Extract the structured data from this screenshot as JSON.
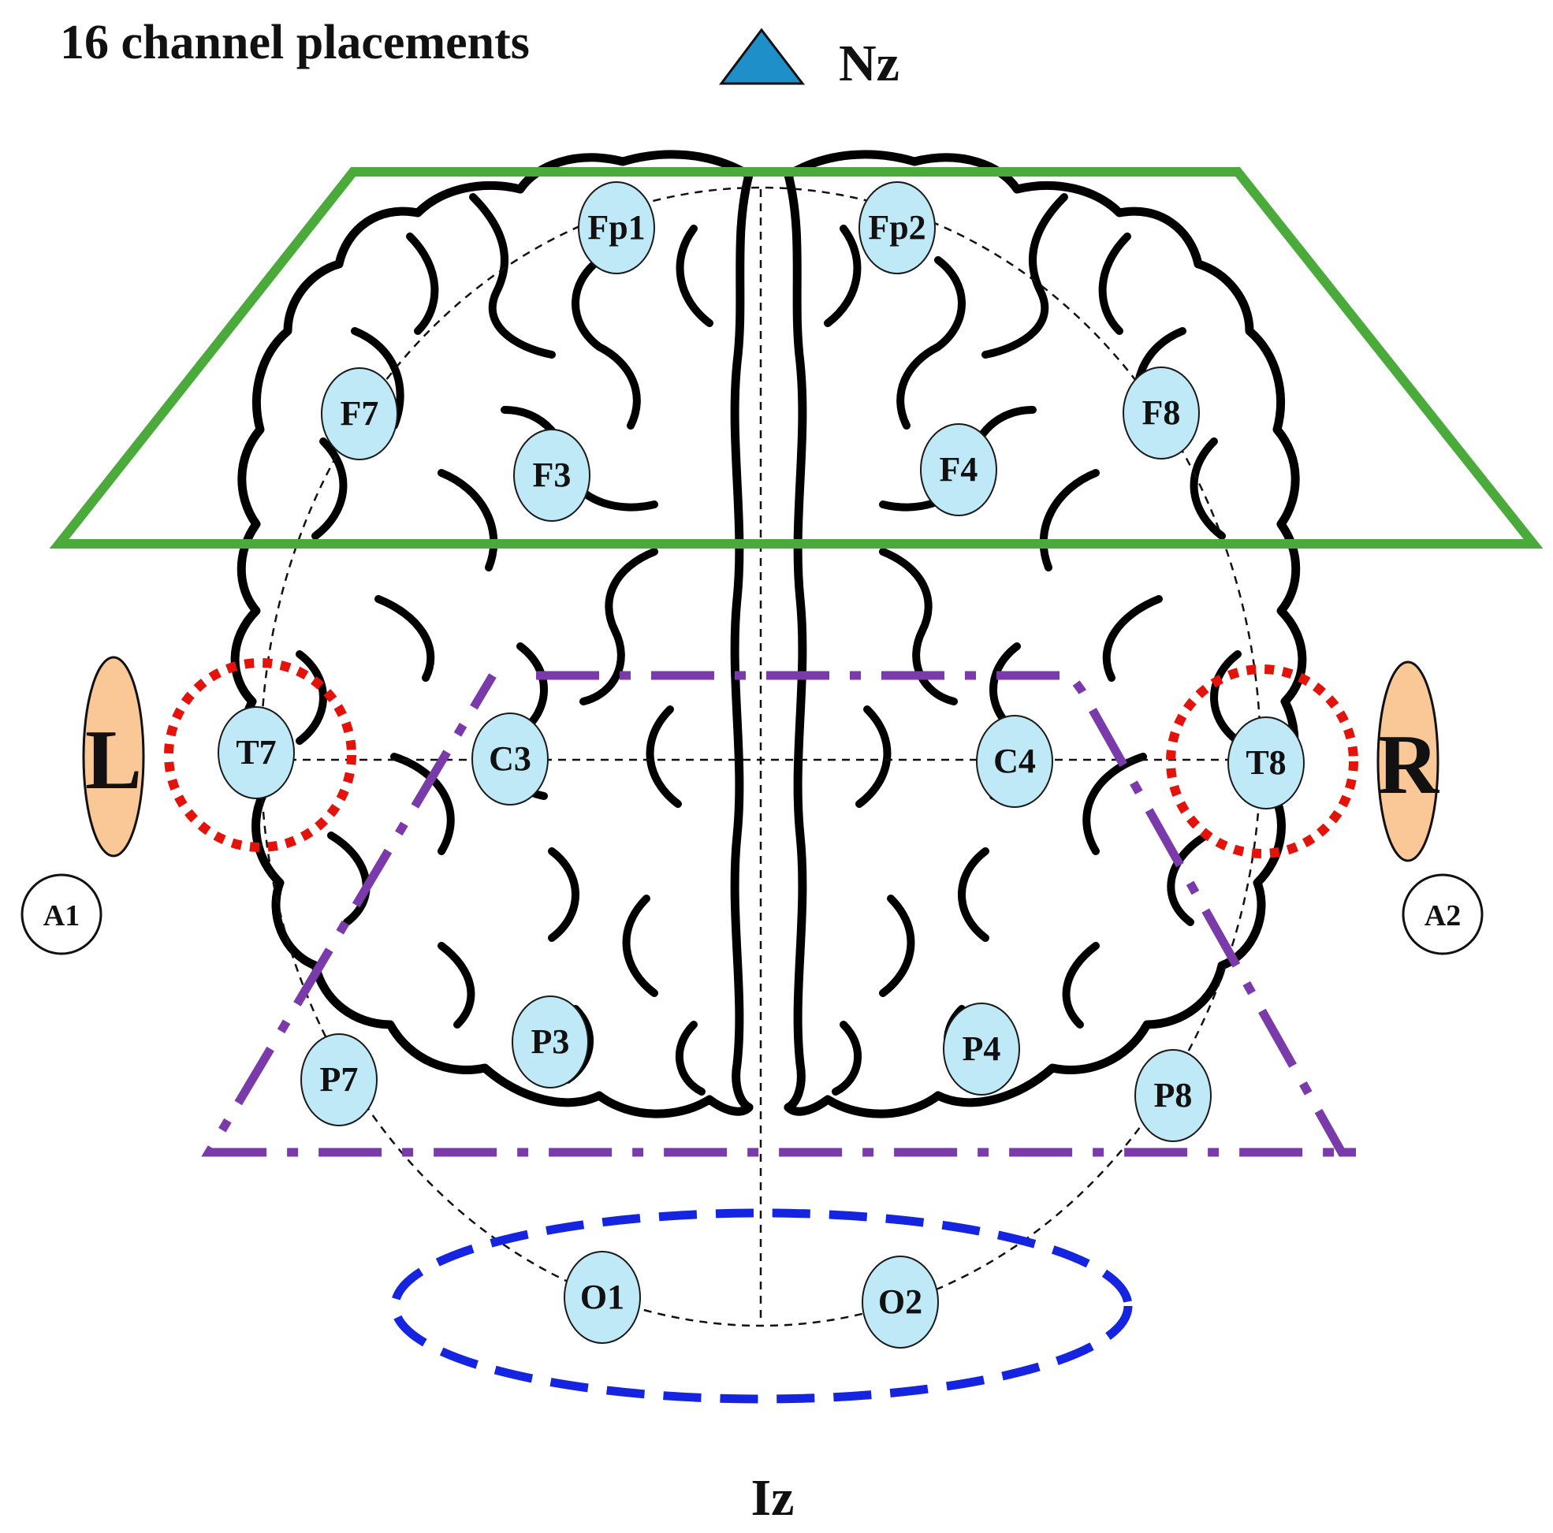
{
  "title": "16 channel placements",
  "nasion": {
    "label": "Nz",
    "color": "#1f8fc9"
  },
  "inion": {
    "label": "Iz"
  },
  "ears": {
    "left": {
      "letter": "L",
      "color": "#f9c896"
    },
    "right": {
      "letter": "R",
      "color": "#f9c896"
    }
  },
  "references": {
    "left": "A1",
    "right": "A2"
  },
  "electrodes": [
    "Fp1",
    "Fp2",
    "F7",
    "F3",
    "F4",
    "F8",
    "T7",
    "C3",
    "C4",
    "T8",
    "P7",
    "P3",
    "P4",
    "P8",
    "O1",
    "O2"
  ],
  "regions": [
    {
      "name": "frontal",
      "color": "#4aaa3a",
      "style": "solid"
    },
    {
      "name": "central-parietal",
      "color": "#7a3aa9",
      "style": "dash-dot"
    },
    {
      "name": "temporal-left",
      "color": "#e3120b",
      "style": "dotted"
    },
    {
      "name": "temporal-right",
      "color": "#e3120b",
      "style": "dotted"
    },
    {
      "name": "occipital",
      "color": "#1424e0",
      "style": "dashed"
    }
  ],
  "colors": {
    "electrode_fill": "#bfe9f6",
    "brain_outline": "#000000"
  }
}
